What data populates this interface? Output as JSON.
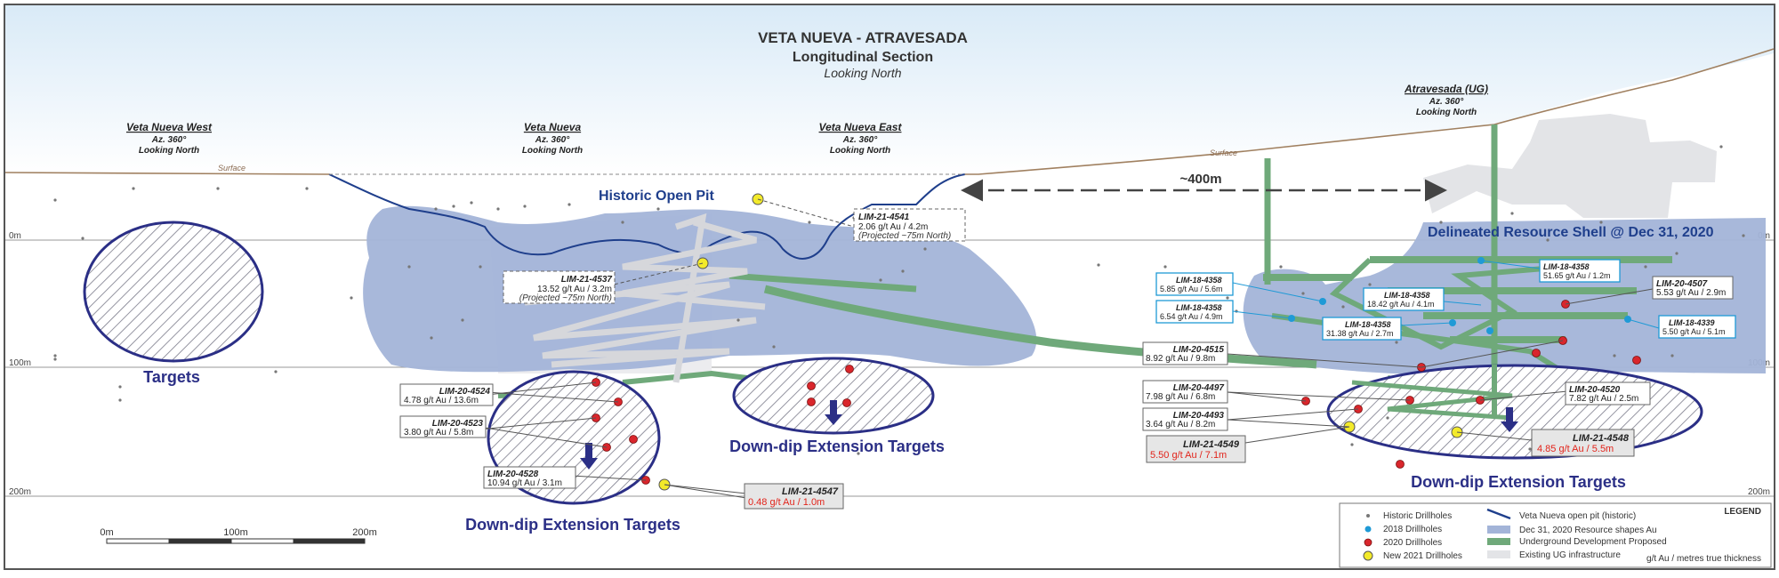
{
  "colors": {
    "resource": "#a3b4d8",
    "underground": "#6fa97a",
    "existing_ug": "#e3e4e7",
    "target_outline": "#2b2f86",
    "pit_line": "#1f3f8c",
    "topo": "#a08060",
    "red_text": "#e2231a"
  },
  "title": {
    "line1": "VETA NUEVA - ATRAVESADA",
    "line2": "Longitudinal Section",
    "line3": "Looking North"
  },
  "sections": [
    {
      "name": "Veta Nueva West",
      "az": "Az. 360°",
      "look": "Looking North"
    },
    {
      "name": "Veta Nueva",
      "az": "Az. 360°",
      "look": "Looking North"
    },
    {
      "name": "Veta Nueva East",
      "az": "Az. 360°",
      "look": "Looking North"
    },
    {
      "name": "Atravesada (UG)",
      "az": "Az. 360°",
      "look": "Looking North"
    }
  ],
  "surface_label": "Surface",
  "depth_labels": [
    "0m",
    "100m",
    "200m"
  ],
  "distance_label": "~400m",
  "area_labels": {
    "historic_pit": "Historic Open Pit",
    "delineated": "Delineated Resource Shell @ Dec 31, 2020",
    "targets": "Targets",
    "down_dip": "Down-dip Extension Targets"
  },
  "callouts": [
    {
      "id": "LIM-21-4541",
      "value": "2.06 g/t Au / 4.2m",
      "note": "(Projected ~75m North)"
    },
    {
      "id": "LIM-21-4537",
      "value": "13.52 g/t Au / 3.2m",
      "note": "(Projected ~75m North)"
    },
    {
      "id": "LIM-20-4524",
      "value": "4.78 g/t Au / 13.6m"
    },
    {
      "id": "LIM-20-4523",
      "value": "3.80 g/t Au / 5.8m"
    },
    {
      "id": "LIM-20-4528",
      "value": "10.94 g/t Au / 3.1m"
    },
    {
      "id": "LIM-21-4547",
      "value": "0.48 g/t Au / 1.0m"
    },
    {
      "id": "LIM-18-4358",
      "value": "5.85 g/t Au / 5.6m"
    },
    {
      "id": "LIM-18-4358",
      "value": "6.54 g/t Au / 4.9m"
    },
    {
      "id": "LIM-18-4358",
      "value": "18.42 g/t Au / 4.1m"
    },
    {
      "id": "LIM-18-4358",
      "value": "31.38 g/t Au / 2.7m"
    },
    {
      "id": "LIM-18-4358",
      "value": "51.65 g/t Au / 1.2m"
    },
    {
      "id": "LIM-20-4507",
      "value": "5.53 g/t Au / 2.9m"
    },
    {
      "id": "LIM-18-4339",
      "value": "5.50 g/t Au / 5.1m"
    },
    {
      "id": "LIM-20-4515",
      "value": "8.92 g/t Au / 9.8m"
    },
    {
      "id": "LIM-20-4497",
      "value": "7.98 g/t Au / 6.8m"
    },
    {
      "id": "LIM-20-4493",
      "value": "3.64 g/t Au / 8.2m"
    },
    {
      "id": "LIM-21-4549",
      "value": "5.50 g/t Au / 7.1m"
    },
    {
      "id": "LIM-20-4520",
      "value": "7.82 g/t Au / 2.5m"
    },
    {
      "id": "LIM-21-4548",
      "value": "4.85 g/t Au / 5.5m"
    }
  ],
  "scale": {
    "ticks": [
      "0m",
      "100m",
      "200m"
    ]
  },
  "legend": {
    "title": "LEGEND",
    "items": [
      "Historic Drillholes",
      "2018 Drillholes",
      "2020 Drillholes",
      "New 2021 Drillholes",
      "Veta Nueva open pit (historic)",
      "Dec 31, 2020 Resource shapes Au",
      "Underground Development Proposed",
      "Existing UG infrastructure"
    ],
    "footnote": "g/t Au / metres true thickness"
  }
}
